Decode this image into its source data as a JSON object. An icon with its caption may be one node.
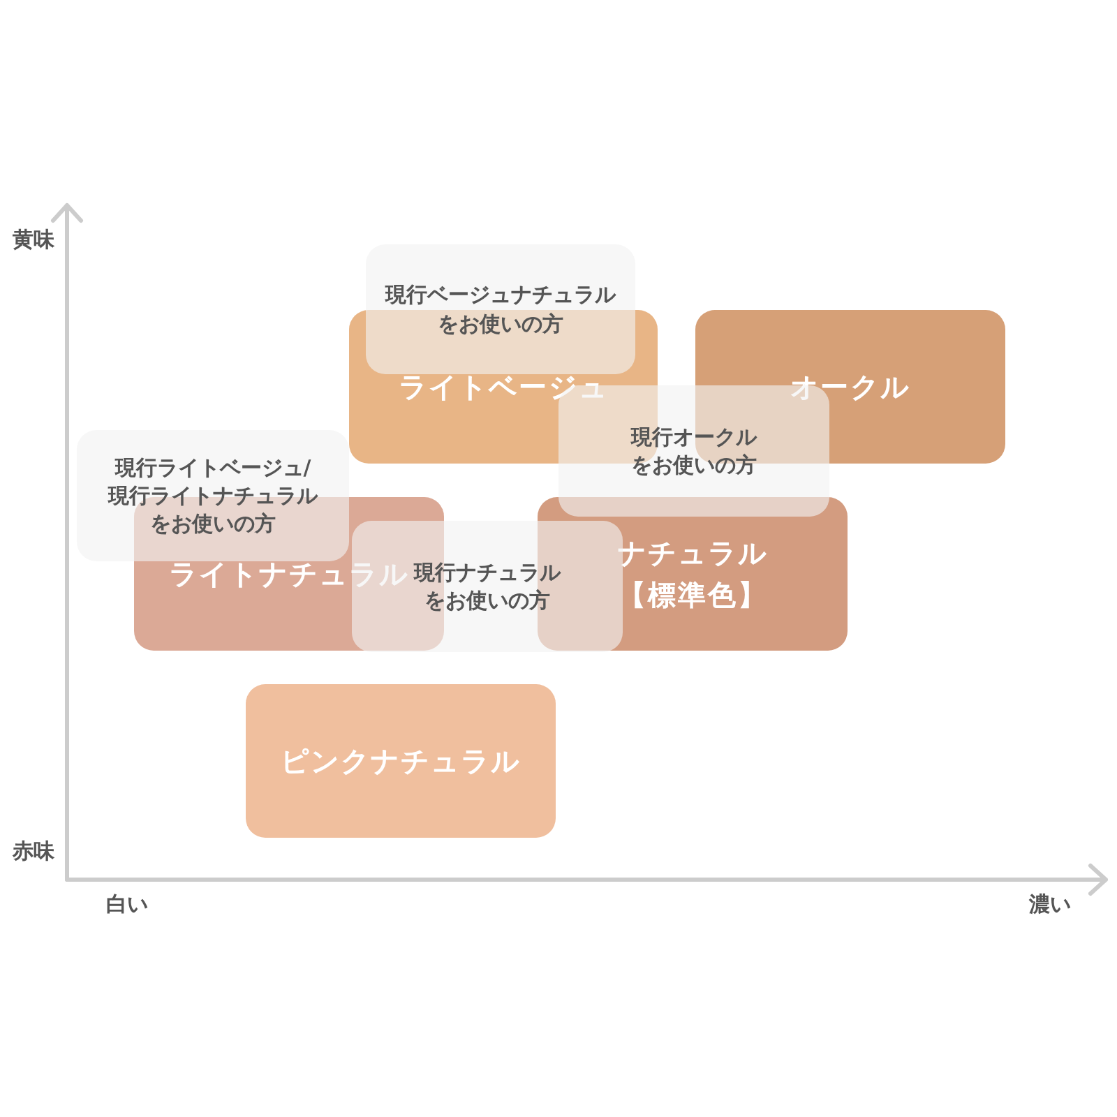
{
  "diagram": {
    "nodes": [
      {
        "text": [
          "現行ベージュナチュラルをお使いの方"
        ]
      },
      {
        "text": [
          "ライトベージュ"
        ]
      },
      {
        "text": [
          "オークル"
        ]
      },
      {
        "text": [
          "現行オークルをお使いの方"
        ]
      },
      {
        "text": [
          "現行ライトベージュ/現行ライトナチュラルをお使いの方"
        ]
      },
      {
        "text": [
          "ライトナチュラル"
        ]
      },
      {
        "text": [
          "現行ナチュラルをお使いの方"
        ]
      },
      {
        "text": [
          "ナチュラル",
          "【標準色】"
        ]
      },
      {
        "text": [
          "ピンクナチュラル"
        ]
      }
    ],
    "labels": [
      "黄味",
      "赤味",
      "白い",
      "濃い"
    ]
  }
}
